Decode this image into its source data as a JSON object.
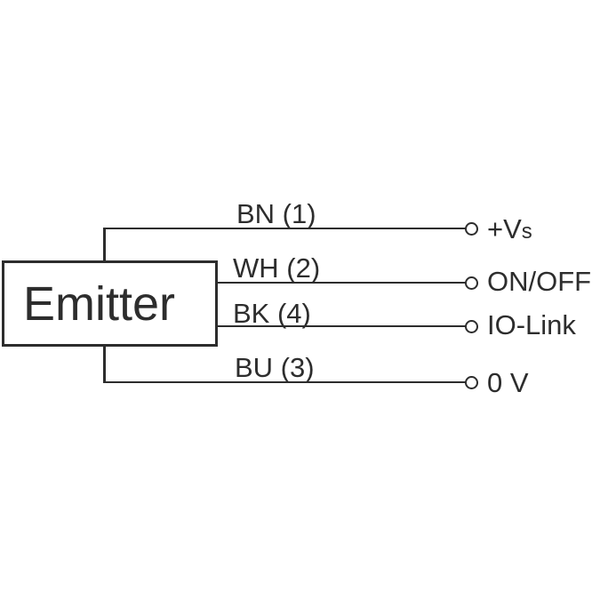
{
  "diagram": {
    "type": "wiring-connection-diagram",
    "device": {
      "label": "Emitter"
    },
    "wires": [
      {
        "id": "bn",
        "label": "BN (1)",
        "terminal": {
          "text": "+V",
          "small": "s"
        }
      },
      {
        "id": "wh",
        "label": "WH (2)",
        "terminal": {
          "text": "ON/OFF",
          "small": ""
        }
      },
      {
        "id": "bk",
        "label": "BK (4)",
        "terminal": {
          "text": "IO-Link",
          "small": ""
        }
      },
      {
        "id": "bu",
        "label": "BU (3)",
        "terminal": {
          "text": "0 V",
          "small": ""
        }
      }
    ],
    "colors": {
      "line": "#2d2d2d",
      "background": "#ffffff"
    }
  }
}
